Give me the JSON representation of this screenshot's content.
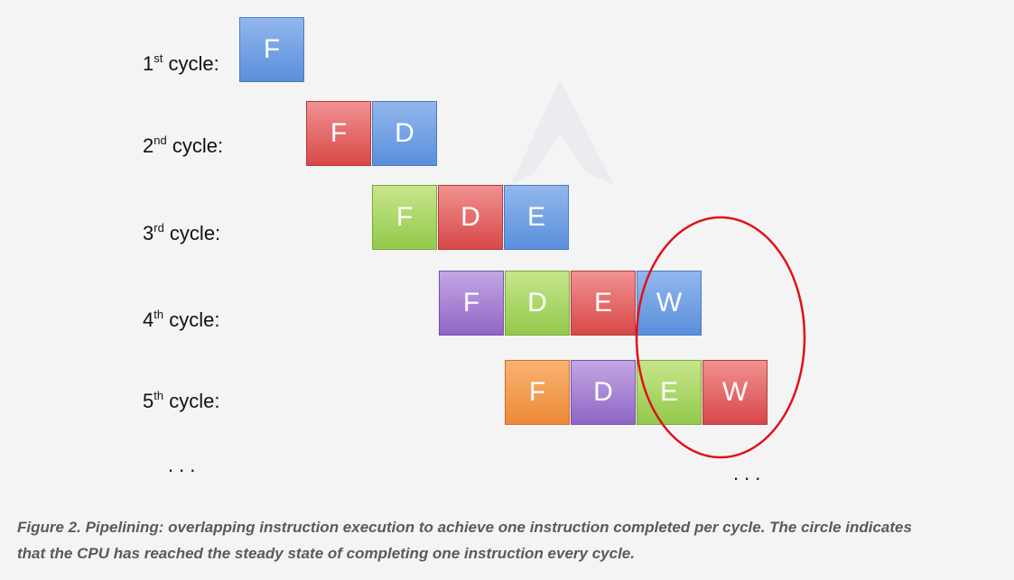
{
  "rows": [
    {
      "num": "1",
      "suffix": "st",
      "rest": " cycle:",
      "stages": [
        {
          "letter": "F",
          "color": "blue"
        }
      ]
    },
    {
      "num": "2",
      "suffix": "nd",
      "rest": " cycle:",
      "stages": [
        {
          "letter": "F",
          "color": "red"
        },
        {
          "letter": "D",
          "color": "blue"
        }
      ]
    },
    {
      "num": "3",
      "suffix": "rd",
      "rest": " cycle:",
      "stages": [
        {
          "letter": "F",
          "color": "green"
        },
        {
          "letter": "D",
          "color": "red"
        },
        {
          "letter": "E",
          "color": "blue"
        }
      ]
    },
    {
      "num": "4",
      "suffix": "th",
      "rest": " cycle:",
      "stages": [
        {
          "letter": "F",
          "color": "purple"
        },
        {
          "letter": "D",
          "color": "green"
        },
        {
          "letter": "E",
          "color": "red"
        },
        {
          "letter": "W",
          "color": "blue"
        }
      ]
    },
    {
      "num": "5",
      "suffix": "th",
      "rest": " cycle:",
      "stages": [
        {
          "letter": "F",
          "color": "orange"
        },
        {
          "letter": "D",
          "color": "purple"
        },
        {
          "letter": "E",
          "color": "green"
        },
        {
          "letter": "W",
          "color": "red"
        }
      ]
    }
  ],
  "ellipsis_left": "...",
  "ellipsis_right": "...",
  "highlight_color": "#e0101a",
  "caption": "Figure 2. Pipelining: overlapping instruction execution to achieve one instruction completed per cycle. The circle indicates that the CPU has reached the steady state of completing one instruction every cycle."
}
